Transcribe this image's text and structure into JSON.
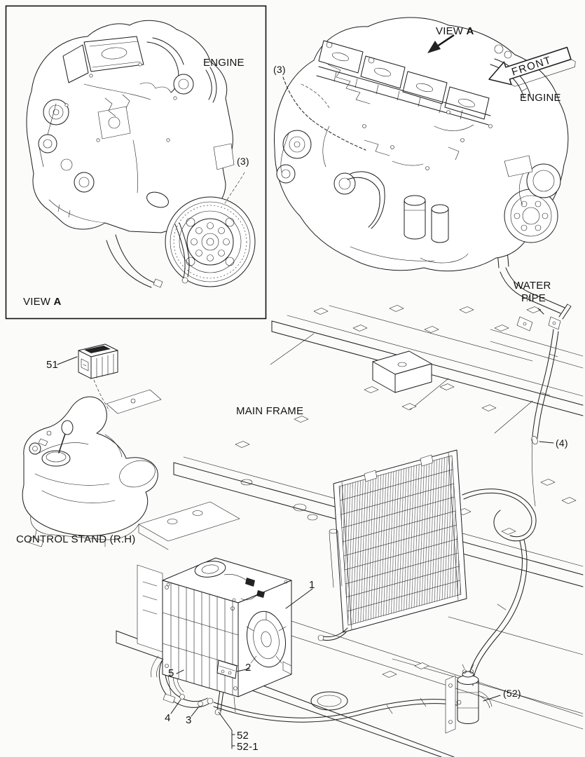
{
  "page": {
    "background": "#fbfbfa",
    "line_color": "#1c1c1c"
  },
  "inset_view": {
    "engine_label": "ENGINE",
    "view_word": "VIEW",
    "view_letter": "A",
    "callout_3": "(3)"
  },
  "main_view": {
    "view_word": "VIEW",
    "view_letter": "A",
    "front_label": "FRONT",
    "engine_label": "ENGINE",
    "water_label": "WATER",
    "pipe_label": "PIPE",
    "main_frame_label": "MAIN FRAME",
    "control_stand_label": "CONTROL STAND (R.H)",
    "callout_3_engine": "(3)",
    "callout_4_hose": "(4)",
    "callout_51": "51",
    "callout_52_drier": "(52)",
    "callout_1": "1",
    "callout_2": "2",
    "callout_3": "3",
    "callout_4": "4",
    "callout_5": "5",
    "callout_52": "52",
    "callout_52_1": "52-1"
  }
}
